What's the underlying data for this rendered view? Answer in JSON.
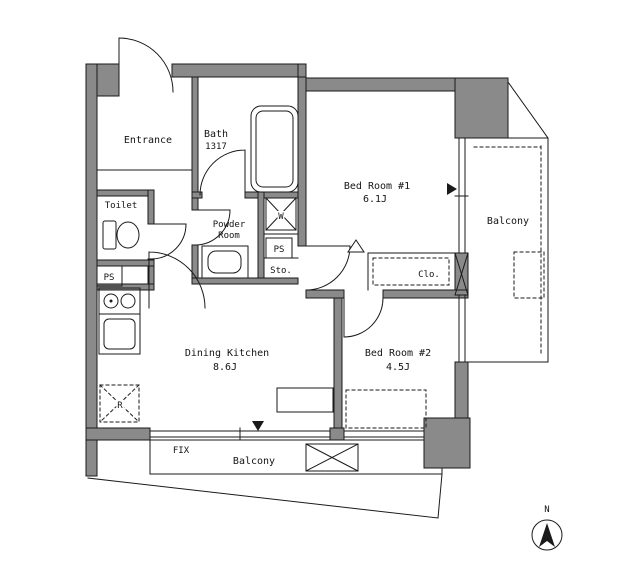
{
  "colors": {
    "wall_fill": "#8a8a8a",
    "line": "#1a1a1a",
    "background": "#ffffff"
  },
  "labels": {
    "entrance": "Entrance",
    "bath": "Bath",
    "bath_size": "1317",
    "toilet": "Toilet",
    "ps_left": "PS",
    "powder_line1": "Powder",
    "powder_line2": "Room",
    "ps_mid": "PS",
    "storage": "Sto.",
    "washer": "W",
    "refrigerator": "R",
    "bedroom1": "Bed Room #1",
    "bedroom1_size": "6.1J",
    "bedroom2": "Bed Room #2",
    "bedroom2_size": "4.5J",
    "dining_kitchen": "Dining Kitchen",
    "dining_kitchen_size": "8.6J",
    "closet": "Clo.",
    "balcony_right": "Balcony",
    "balcony_bottom": "Balcony",
    "fix_window": "FIX",
    "compass_north": "N"
  }
}
